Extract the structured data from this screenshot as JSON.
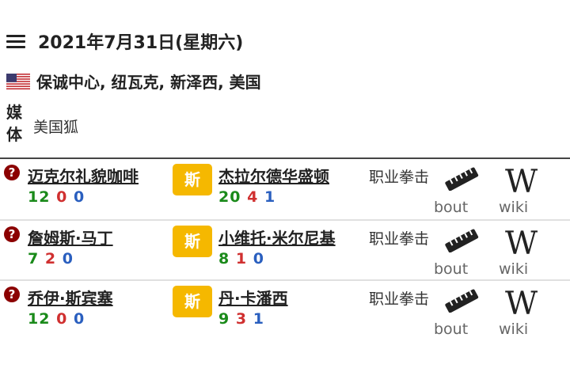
{
  "header": {
    "date": "2021年7月31日(星期六)"
  },
  "event": {
    "venue": "保诚中心, 纽瓦克, 新泽西, 美国",
    "media_label": "媒体",
    "media_value": "美国狐"
  },
  "bouts": [
    {
      "fighter_a": "迈克尔礼貌咖啡",
      "record_a": {
        "w": "12",
        "l": "0",
        "d": "0"
      },
      "method": "斯",
      "fighter_b": "杰拉尔德华盛顿",
      "record_b": {
        "w": "20",
        "l": "4",
        "d": "1"
      },
      "sport": "职业拳击",
      "bout_label": "bout",
      "wiki_label": "wiki"
    },
    {
      "fighter_a": "詹姆斯·马丁",
      "record_a": {
        "w": "7",
        "l": "2",
        "d": "0"
      },
      "method": "斯",
      "fighter_b": "小维托·米尔尼基",
      "record_b": {
        "w": "8",
        "l": "1",
        "d": "0"
      },
      "sport": "职业拳击",
      "bout_label": "bout",
      "wiki_label": "wiki"
    },
    {
      "fighter_a": "乔伊·斯宾塞",
      "record_a": {
        "w": "12",
        "l": "0",
        "d": "0"
      },
      "method": "斯",
      "fighter_b": "丹·卡潘西",
      "record_b": {
        "w": "9",
        "l": "3",
        "d": "1"
      },
      "sport": "职业拳击",
      "bout_label": "bout",
      "wiki_label": "wiki"
    }
  ],
  "icons": {
    "menu": "menu-icon",
    "flag": "us-flag-icon",
    "help": "help-icon",
    "bout": "ruler-icon",
    "wiki": "wikipedia-icon"
  },
  "colors": {
    "win": "#1a8a1a",
    "loss": "#d03030",
    "draw": "#2a5fbf",
    "method_badge": "#f5b800",
    "help": "#8b0000"
  }
}
